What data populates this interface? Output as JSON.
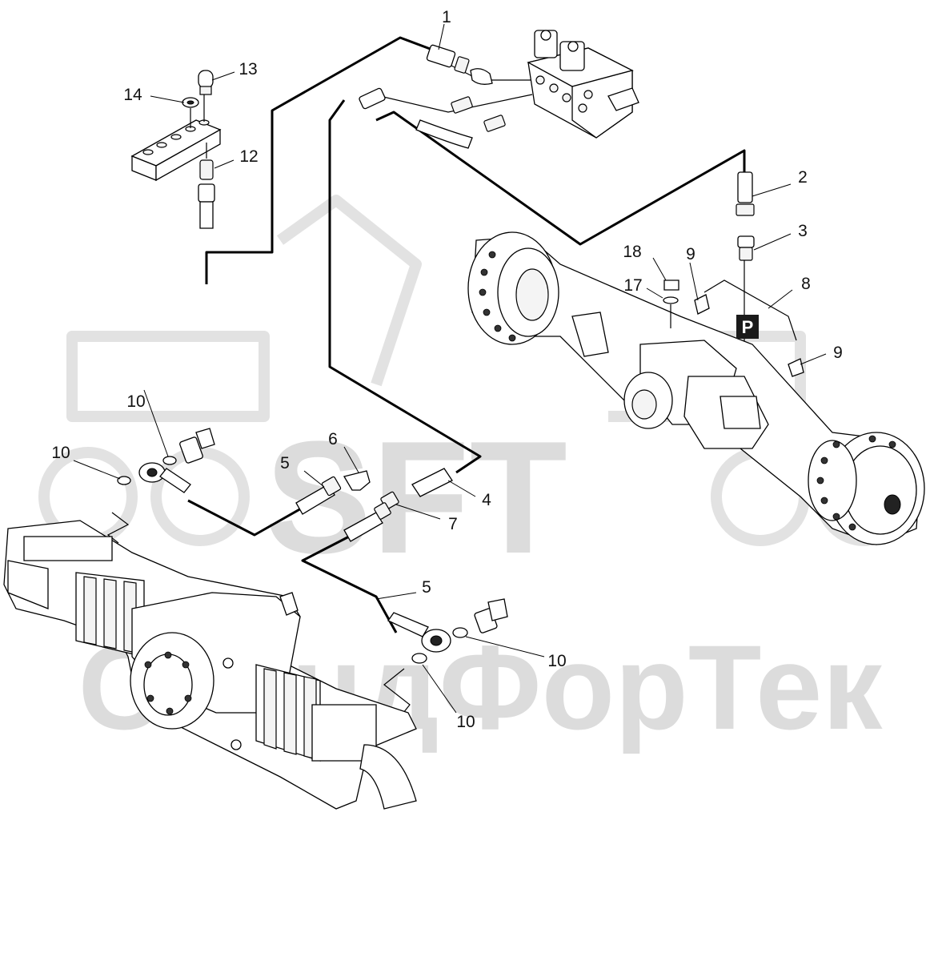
{
  "watermark": {
    "brand": "SFT",
    "company": "СтандФорТек"
  },
  "badge": {
    "text": "P"
  },
  "callouts": [
    {
      "id": "c1",
      "text": "1"
    },
    {
      "id": "c2",
      "text": "2"
    },
    {
      "id": "c3",
      "text": "3"
    },
    {
      "id": "c4",
      "text": "4"
    },
    {
      "id": "c5a",
      "text": "5"
    },
    {
      "id": "c5b",
      "text": "5"
    },
    {
      "id": "c6",
      "text": "6"
    },
    {
      "id": "c7",
      "text": "7"
    },
    {
      "id": "c8",
      "text": "8"
    },
    {
      "id": "c9a",
      "text": "9"
    },
    {
      "id": "c9b",
      "text": "9"
    },
    {
      "id": "c10a",
      "text": "10"
    },
    {
      "id": "c10b",
      "text": "10"
    },
    {
      "id": "c10c",
      "text": "10"
    },
    {
      "id": "c10d",
      "text": "10"
    },
    {
      "id": "c12",
      "text": "12"
    },
    {
      "id": "c13",
      "text": "13"
    },
    {
      "id": "c14",
      "text": "14"
    },
    {
      "id": "c17",
      "text": "17"
    },
    {
      "id": "c18",
      "text": "18"
    }
  ]
}
